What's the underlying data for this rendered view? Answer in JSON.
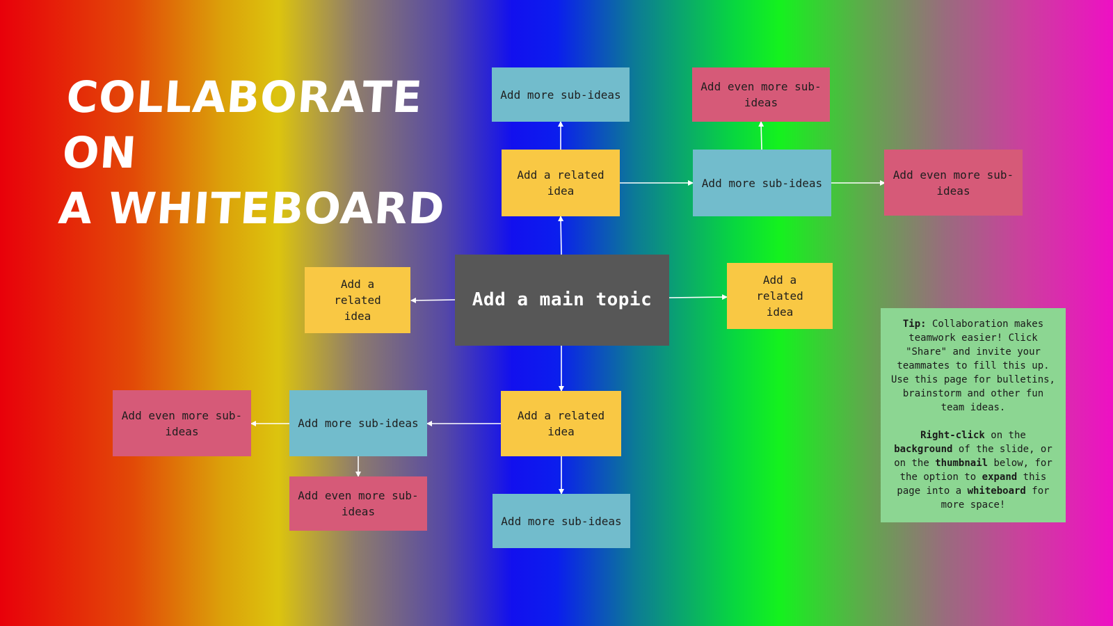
{
  "title": {
    "line1": "Collaborate on",
    "line2": "a whiteboard"
  },
  "nodes": {
    "top_sub": "Add more sub-ideas",
    "top_right_even": "Add even more sub-ideas",
    "top_related": "Add a related idea",
    "top_right_sub": "Add more sub-ideas",
    "far_right_even": "Add even more sub-ideas",
    "left_related": "Add a related idea",
    "main_topic": "Add a main topic",
    "right_related": "Add a related idea",
    "bottom_left_even": "Add even more sub-ideas",
    "bottom_left_sub": "Add more sub-ideas",
    "bottom_related": "Add a related idea",
    "bottom_left_even_2": "Add even more sub-ideas",
    "bottom_sub": "Add more sub-ideas"
  },
  "tip": {
    "p1_bold": "Tip:",
    "p1_text": " Collaboration makes teamwork easier! Click \"Share\" and invite your teammates to fill this up. Use this page for bulletins, brainstorm and other fun team ideas.",
    "p2_b1": "Right-click",
    "p2_t1": " on the ",
    "p2_b2": "background",
    "p2_t2": " of the slide, or on the ",
    "p2_b3": "thumbnail",
    "p2_t3": " below, for the option to ",
    "p2_b4": "expand",
    "p2_t4": " this page into a ",
    "p2_b5": "whiteboard",
    "p2_t5": " for more space!"
  },
  "colors": {
    "related_idea": "#f9c844",
    "sub_idea": "#72bccc",
    "even_more": "#d65a78",
    "main_topic": "#575757",
    "tip_note": "#8cd692",
    "connector": "#ffffff"
  }
}
